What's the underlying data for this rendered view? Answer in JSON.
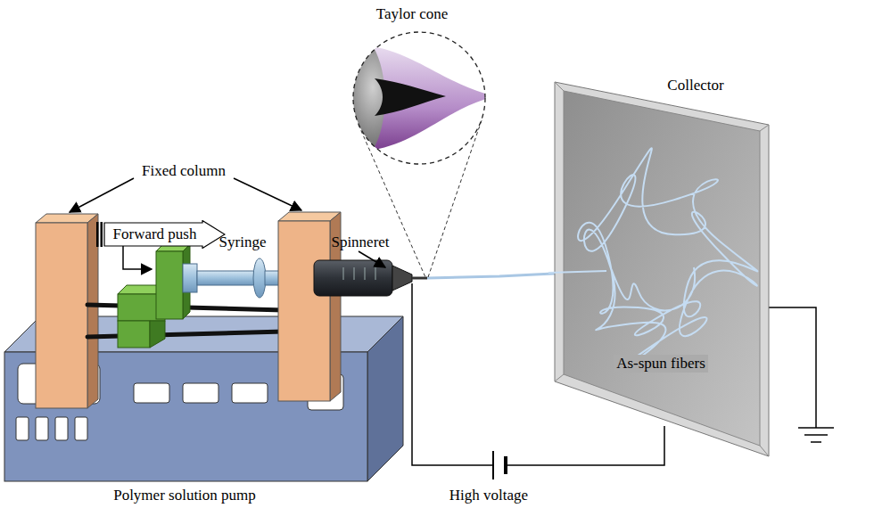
{
  "diagram": {
    "nodes": [
      {
        "text": [
          "Forward push"
        ]
      },
      {
        "text": [
          "Collector",
          "As-spun fibers"
        ]
      }
    ],
    "labels": [
      "Taylor cone",
      "Fixed column",
      "Syringe",
      "Spinneret",
      "Polymer solution pump",
      "High voltage"
    ]
  }
}
